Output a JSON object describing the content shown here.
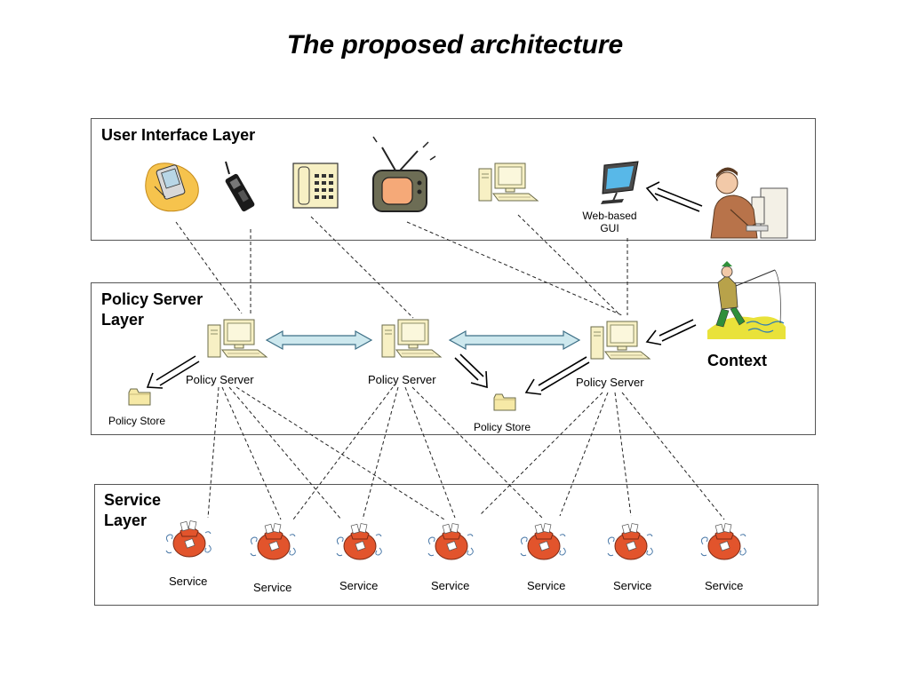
{
  "title": "The proposed architecture",
  "layers": {
    "ui": "User Interface Layer",
    "policy_line1": "Policy Server",
    "policy_line2": "Layer",
    "service_line1": "Service",
    "service_line2": "Layer"
  },
  "ui_devices": [
    {
      "icon": "pda-icon"
    },
    {
      "icon": "mobile-phone-icon"
    },
    {
      "icon": "desk-phone-icon"
    },
    {
      "icon": "television-icon"
    },
    {
      "icon": "desktop-computer-icon"
    },
    {
      "icon": "monitor-icon",
      "label_line1": "Web-based",
      "label_line2": "GUI"
    }
  ],
  "actors": {
    "admin_icon": "person-at-computer-icon",
    "context_icon": "fisherman-icon",
    "context_label": "Context"
  },
  "policy_servers": [
    {
      "label": "Policy Server"
    },
    {
      "label": "Policy Server"
    },
    {
      "label": "Policy Server"
    }
  ],
  "policy_stores": [
    {
      "label": "Policy Store"
    },
    {
      "label": "Policy Store"
    }
  ],
  "services": [
    {
      "label": "Service"
    },
    {
      "label": "Service"
    },
    {
      "label": "Service"
    },
    {
      "label": "Service"
    },
    {
      "label": "Service"
    },
    {
      "label": "Service"
    },
    {
      "label": "Service"
    }
  ],
  "colors": {
    "bidirectional_arrow_fill": "#cde8ee",
    "bidirectional_arrow_stroke": "#3d6f86",
    "computer_beige": "#f7f0c4",
    "service_orange": "#e2542c",
    "folder_yellow": "#f6e9a6"
  }
}
